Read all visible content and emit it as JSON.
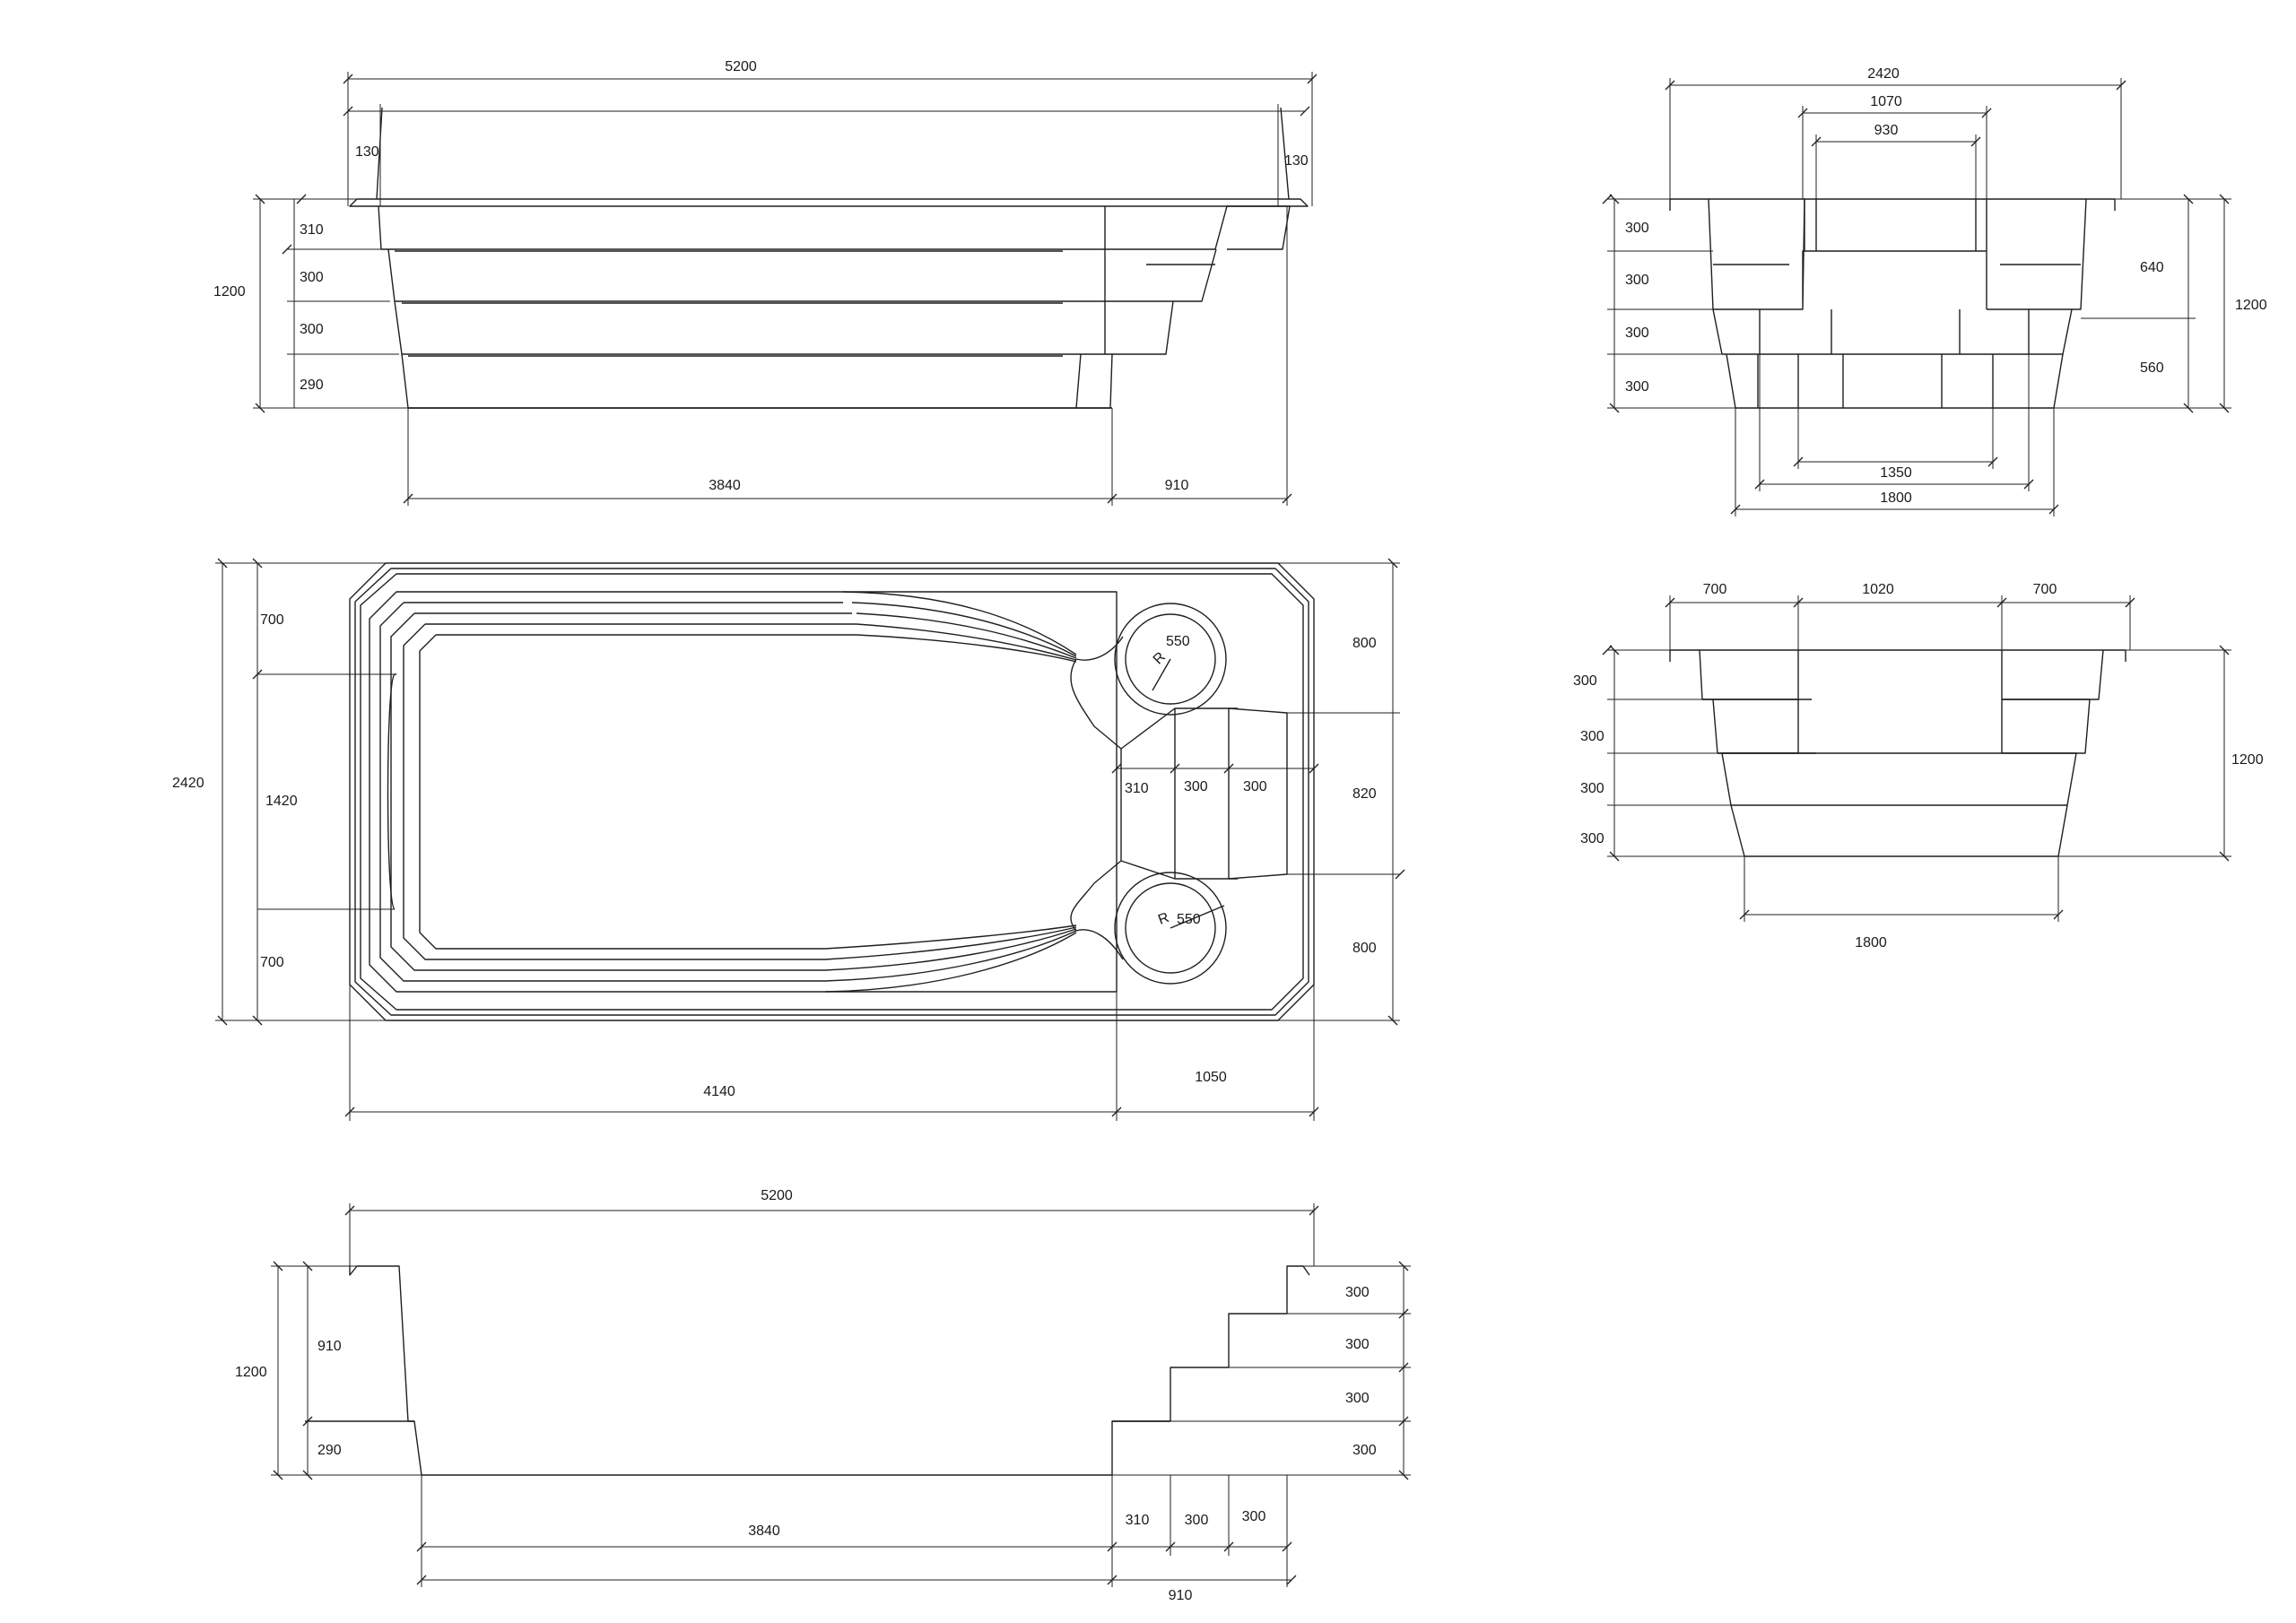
{
  "colors": {
    "background": "#ffffff",
    "line": "#1f1f1f"
  },
  "views": {
    "side_section": {
      "dims": {
        "overall_length": "5200",
        "left_rim": "130",
        "right_rim": "130",
        "depth_total": "1200",
        "step_1": "310",
        "step_2": "300",
        "step_3": "300",
        "step_4": "290",
        "floor_length": "3840",
        "bench_length": "910"
      }
    },
    "end_section": {
      "dims": {
        "overall_width": "2420",
        "inner_width": "1070",
        "bench_width": "930",
        "step_1": "300",
        "step_2": "300",
        "step_3": "300",
        "step_4": "300",
        "upper_depth": "640",
        "lower_depth": "560",
        "depth_total": "1200",
        "floor_width_inner": "1350",
        "floor_width": "1800"
      }
    },
    "plan": {
      "dims": {
        "overall_width": "2420",
        "left_top": "700",
        "left_middle": "1420",
        "left_bottom": "700",
        "right_top": "800",
        "right_middle": "820",
        "right_bottom": "800",
        "seat_radius_top": "550",
        "seat_radius_bottom": "550",
        "radius_prefix": "R",
        "bench_step_1": "310",
        "bench_step_2": "300",
        "bench_step_3": "300",
        "main_length": "4140",
        "bench_length": "1050"
      }
    },
    "end_section_2": {
      "dims": {
        "left_ledge": "700",
        "center_width": "1020",
        "right_ledge": "700",
        "step_1": "300",
        "step_2": "300",
        "step_3": "300",
        "step_4": "300",
        "depth_total": "1200",
        "floor_width": "1800"
      }
    },
    "long_section": {
      "dims": {
        "overall_length": "5200",
        "depth_total": "1200",
        "upper_depth": "910",
        "lower_depth": "290",
        "right_step_1": "300",
        "right_step_2": "300",
        "right_step_3": "300",
        "right_step_4": "300",
        "floor_length": "3840",
        "bench_step_1": "310",
        "bench_step_2": "300",
        "bench_step_3": "300",
        "bench_length": "910"
      }
    }
  }
}
